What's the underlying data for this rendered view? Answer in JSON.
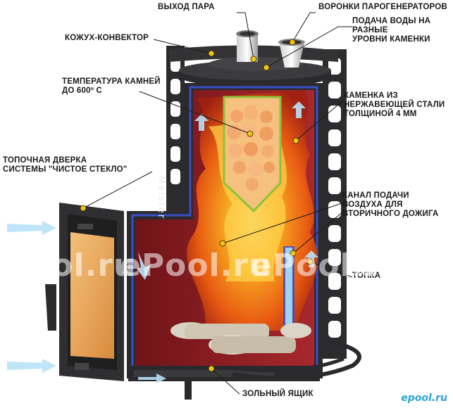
{
  "labels": {
    "steam_outlet": "ВЫХОД ПАРА",
    "steam_funnels": "ВОРОНКИ ПАРОГЕНЕРАТОРОВ",
    "water_supply": "ПОДАЧА ВОДЫ НА\nРАЗНЫЕ\nУРОВНИ КАМЕНКИ",
    "convector_casing": "КОЖУХ-КОНВЕКТОР",
    "stone_temperature": "ТЕМПЕРАТУРА КАМНЕЙ\nДО 600º С",
    "stainless_heater": "КАМЕНКА ИЗ\nНЕРЖАВЕЮЩЕЙ СТАЛИ\nТОЛЩИНОЙ 4 ММ",
    "firebox_door": "ТОПОЧНАЯ ДВЕРКА\nСИСТЕМЫ \"ЧИСТОЕ СТЕКЛО\"",
    "secondary_air_channel": "КАНАЛ ПОДАЧИ\nВОЗДУХА ДЛЯ\nВТОРИЧНОГО ДОЖИГА",
    "firebox": "ТОПКА",
    "ash_box": "ЗОЛЬНЫЙ ЯЩИК"
  },
  "watermarks": [
    "ePool.ru",
    "ePool.ru",
    "ePool.ru",
    "ePool.ru"
  ],
  "brand_text": "Meister",
  "corner_mark": "epool.ru",
  "colors": {
    "marker": "#f2c418",
    "flame": "#ff8a10",
    "body_dark": "#2f2f31",
    "inner_red": "#8a1e22",
    "blue_edge": "#3a4fc8",
    "glass": "#e9a65a",
    "air_arrow": "#9fd3f0"
  }
}
